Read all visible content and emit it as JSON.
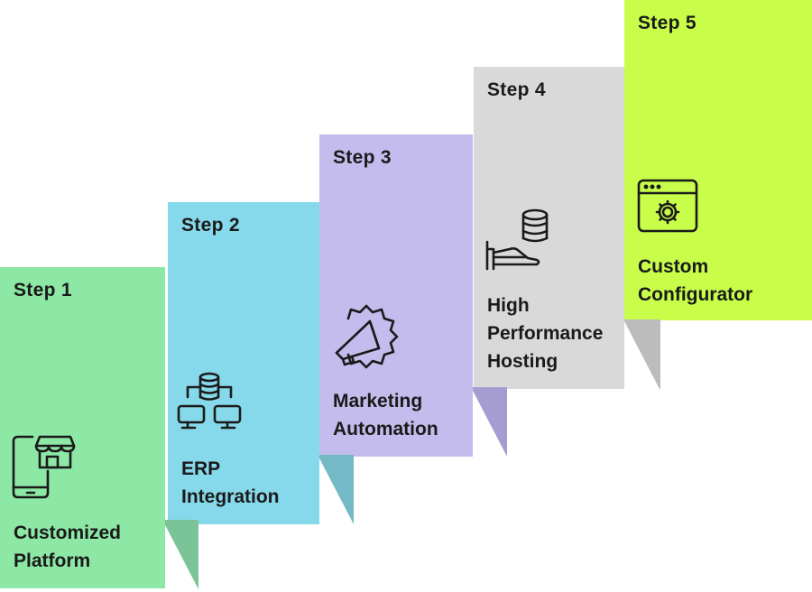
{
  "colors": {
    "step1": "#8de7a5",
    "step1_fold": "#7ac497",
    "step2": "#86d9ea",
    "step2_fold": "#74b9c6",
    "step3": "#c4bcec",
    "step3_fold": "#a59dd1",
    "step4": "#d9d9d9",
    "step4_fold": "#bcbcbc",
    "step5": "#c8fd4a",
    "step5_fold": "#bcbcbc",
    "icon_stroke": "#1a1a1a"
  },
  "steps": [
    {
      "label": "Step 1",
      "title": "Customized\nPlatform",
      "icon": "mobile-store-icon"
    },
    {
      "label": "Step 2",
      "title": "ERP\nIntegration",
      "icon": "erp-network-icon"
    },
    {
      "label": "Step 3",
      "title": "Marketing\nAutomation",
      "icon": "megaphone-badge-icon"
    },
    {
      "label": "Step 4",
      "title": "High\nPerformance\nHosting",
      "icon": "hand-database-icon"
    },
    {
      "label": "Step 5",
      "title": "Custom\nConfigurator",
      "icon": "browser-gear-icon"
    }
  ]
}
